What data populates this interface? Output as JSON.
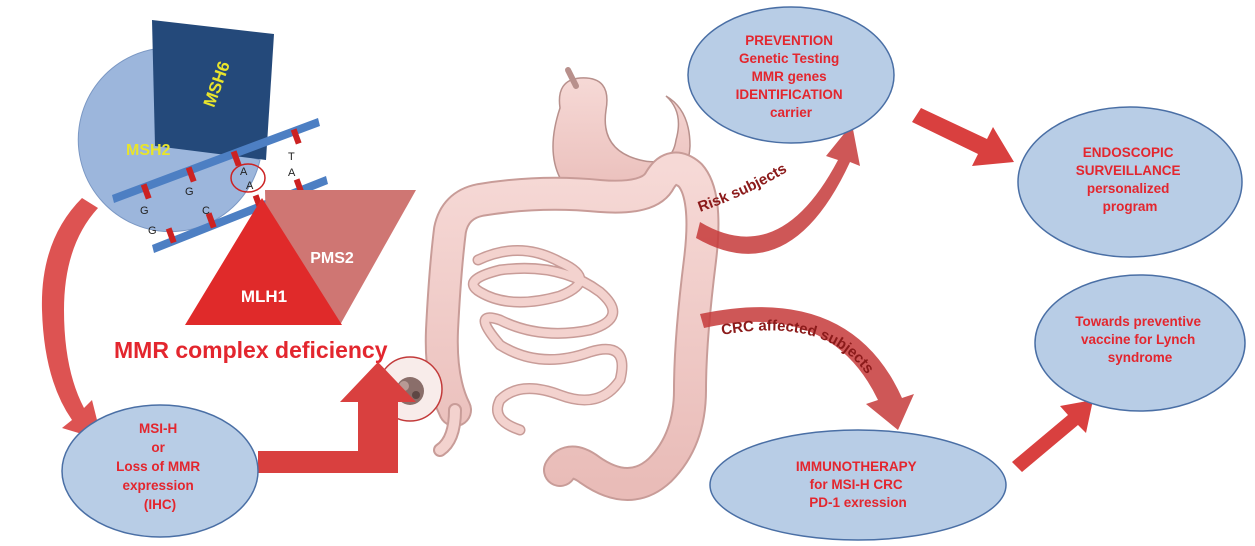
{
  "colors": {
    "ellipse_fill": "#b8cde6",
    "ellipse_stroke": "#4a6fa5",
    "text_red": "#e3262e",
    "arrow_red": "#d9403f",
    "msh6": "#24497a",
    "msh2": "#9cb6dc",
    "mlh1": "#e02a2a",
    "pms2": "#cf7673",
    "dna": "#4d7fc3"
  },
  "proteins": {
    "msh6": "MSH6",
    "msh2": "MSH2",
    "pms2": "PMS2",
    "mlh1": "MLH1"
  },
  "dna_bases": [
    "G",
    "G",
    "G",
    "C",
    "A",
    "A",
    "T",
    "A"
  ],
  "deficiency_label": "MMR complex deficiency",
  "nodes": {
    "msi": [
      "MSI-H",
      "or",
      "Loss of MMR",
      "expression",
      "(IHC)"
    ],
    "prevention": [
      "PREVENTION",
      "Genetic Testing",
      "MMR genes",
      "IDENTIFICATION",
      "carrier"
    ],
    "surveillance": [
      "ENDOSCOPIC",
      "SURVEILLANCE",
      "personalized",
      "program"
    ],
    "vaccine": [
      "Towards preventive",
      "vaccine for Lynch",
      "syndrome"
    ],
    "immuno": [
      "IMMUNOTHERAPY",
      "for MSI-H CRC",
      "PD-1 exression"
    ]
  },
  "arc_labels": {
    "risk": "Risk subjects",
    "crc": "CRC affected subjects"
  },
  "icons": [
    "colon-illustration",
    "stomach-illustration",
    "tumor-icon"
  ]
}
